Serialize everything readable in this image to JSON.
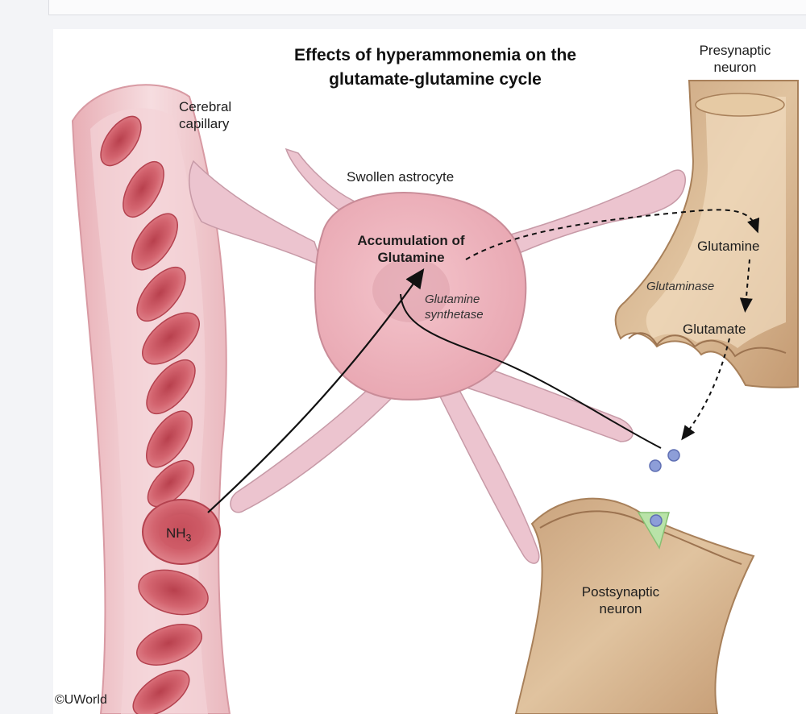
{
  "title_line1": "Effects of hyperammonemia on the",
  "title_line2": "glutamate-glutamine cycle",
  "labels": {
    "presynaptic_line1": "Presynaptic",
    "presynaptic_line2": "neuron",
    "capillary_line1": "Cerebral",
    "capillary_line2": "capillary",
    "astrocyte": "Swollen astrocyte",
    "accumulation_line1": "Accumulation of",
    "accumulation_line2": "Glutamine",
    "synthetase_line1": "Glutamine",
    "synthetase_line2": "synthetase",
    "glutamine": "Glutamine",
    "glutaminase": "Glutaminase",
    "glutamate": "Glutamate",
    "nh3": "NH",
    "nh3_sub": "3",
    "postsynaptic_line1": "Postsynaptic",
    "postsynaptic_line2": "neuron"
  },
  "credit": "©UWorld",
  "colors": {
    "astrocyte": "#eeb3bd",
    "vessel_wall": "#e9b3ba",
    "red_cell": "#c8505c",
    "neuron": "#d4b08c",
    "neurotransmitter": "#8d9ed8",
    "receptor": "#b9e3a8"
  }
}
